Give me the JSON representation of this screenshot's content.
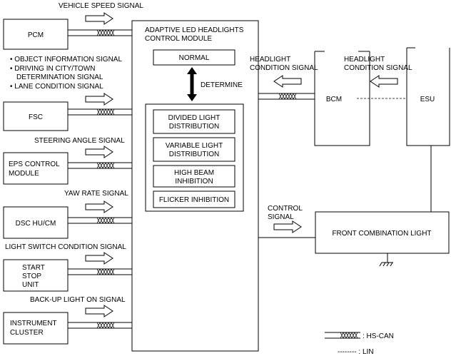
{
  "modules_left": {
    "pcm": "PCM",
    "fsc": "FSC",
    "eps": [
      "EPS CONTROL",
      "MODULE"
    ],
    "dsc": "DSC HU/CM",
    "start_stop": [
      "START",
      "STOP",
      "UNIT"
    ],
    "cluster": [
      "INSTRUMENT",
      "CLUSTER"
    ]
  },
  "signals_left": {
    "vehicle_speed": "VEHICLE SPEED SIGNAL",
    "fsc_bullets": [
      "• OBJECT INFORMATION SIGNAL",
      "• DRIVING IN CITY/TOWN",
      "DETERMINATION SIGNAL",
      "• LANE CONDITION SIGNAL"
    ],
    "steering_angle": "STEERING ANGLE SIGNAL",
    "yaw_rate": "YAW RATE SIGNAL",
    "light_switch": "LIGHT SWITCH CONDITION SIGNAL",
    "backup_light": "BACK-UP LIGHT ON SIGNAL"
  },
  "control_module": {
    "title": [
      "ADAPTIVE LED HEADLIGHTS",
      "CONTROL MODULE"
    ],
    "normal": "NORMAL",
    "determine": "DETERMINE",
    "modes": [
      [
        "DIVIDED  LIGHT",
        "DISTRIBUTION"
      ],
      [
        "VARIABLE LIGHT",
        "DISTRIBUTION"
      ],
      [
        "HIGH BEAM",
        "INHIBITION"
      ],
      [
        "FLICKER INHIBITION"
      ]
    ]
  },
  "modules_right": {
    "bcm": "BCM",
    "esu": "ESU",
    "front_light": "FRONT COMBINATION LIGHT"
  },
  "signals_right": {
    "headlight_bcm": [
      "HEADLIGHT",
      "CONDITION SIGNAL"
    ],
    "headlight_esu": [
      "HEADLIGHT",
      "CONDITION SIGNAL"
    ],
    "control": [
      "CONTROL",
      "SIGNAL"
    ]
  },
  "legend": {
    "hs_can": ": HS-CAN",
    "lin": "-------- : LIN"
  }
}
